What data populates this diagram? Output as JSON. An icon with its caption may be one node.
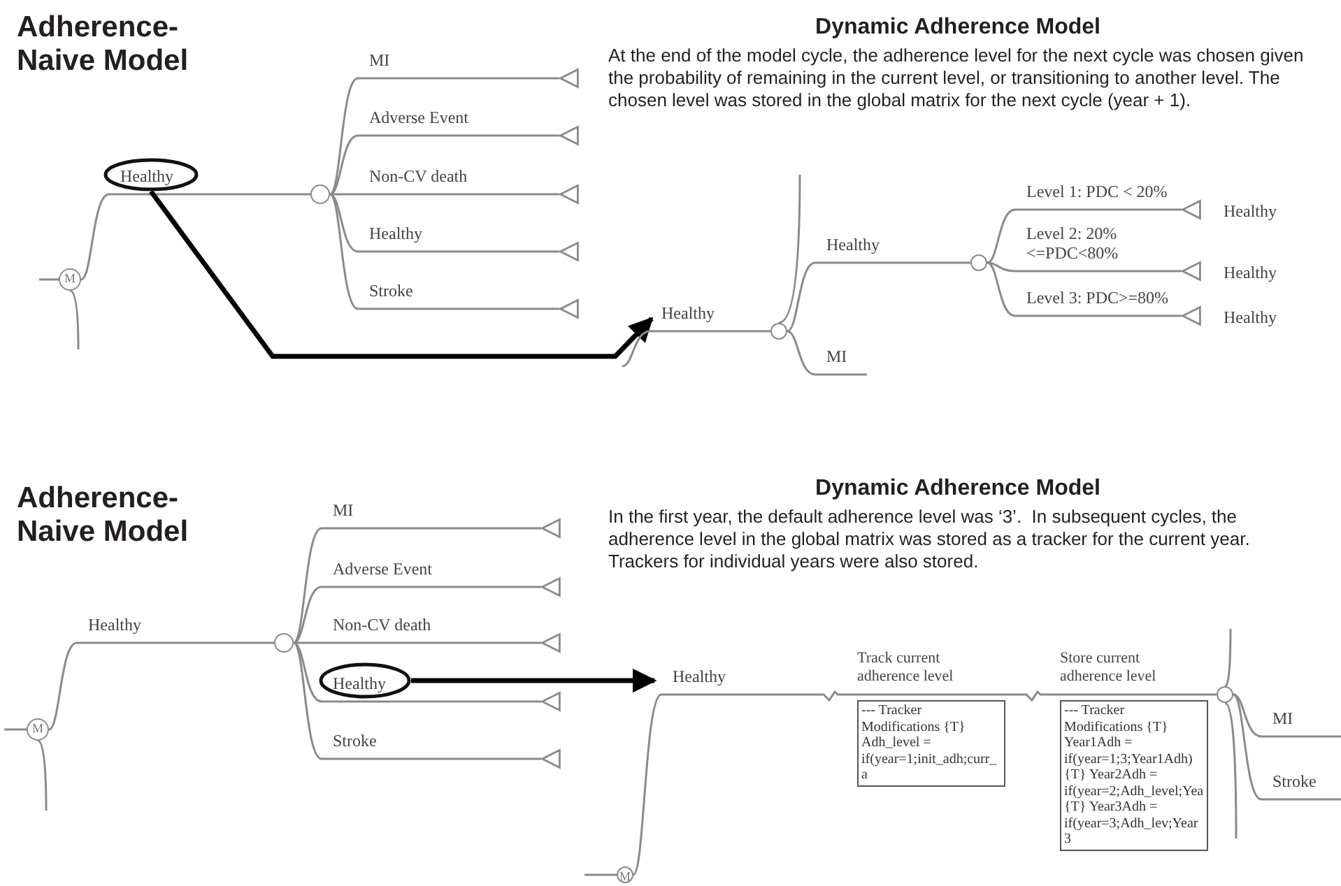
{
  "diagram": {
    "nodes": [
      {
        "text": [
          "M"
        ]
      },
      {
        "text": [],
        "shape": "circle"
      },
      {
        "text": [],
        "shape": "triangle"
      },
      {
        "text": [],
        "shape": "triangle"
      },
      {
        "text": [],
        "shape": "triangle"
      },
      {
        "text": [],
        "shape": "triangle"
      },
      {
        "text": [],
        "shape": "triangle"
      },
      {
        "text": [],
        "shape": "ellipse"
      },
      {
        "text": [],
        "shape": "circle"
      },
      {
        "text": [],
        "shape": "circle"
      },
      {
        "text": [],
        "shape": "triangle",
        "beside": [
          "Healthy"
        ]
      },
      {
        "text": [],
        "shape": "triangle",
        "beside": [
          "Healthy"
        ]
      },
      {
        "text": [],
        "shape": "triangle",
        "beside": [
          "Healthy"
        ]
      },
      {
        "text": [
          "M"
        ]
      },
      {
        "text": [],
        "shape": "circle"
      },
      {
        "text": [],
        "shape": "triangle"
      },
      {
        "text": [],
        "shape": "triangle"
      },
      {
        "text": [],
        "shape": "triangle"
      },
      {
        "text": [],
        "shape": "triangle"
      },
      {
        "text": [],
        "shape": "triangle"
      },
      {
        "text": [],
        "shape": "ellipse"
      },
      {
        "text": [
          "M"
        ]
      },
      {
        "text": [
          "Track current adherence level",
          "--- Tracker Modifications {T} Adh_level = if(year=1;init_adh;curr_a"
        ]
      },
      {
        "text": [
          "Store current adherence level",
          "--- Tracker Modifications {T} Year1Adh = if(year=1;3;Year1Adh) {T} Year2Adh = if(year=2;Adh_level;Yea {T} Year3Adh = if(year=3;Adh_lev;Year3"
        ]
      },
      {
        "text": [],
        "shape": "circle"
      }
    ],
    "edges": [
      {
        "from": null,
        "to": 0,
        "arrow": "none"
      },
      {
        "from": 0,
        "to": 1,
        "label": "Healthy",
        "arrow": "none"
      },
      {
        "from": 0,
        "to": null,
        "arrow": "none"
      },
      {
        "from": 1,
        "to": 2,
        "label": "MI",
        "arrow": "none"
      },
      {
        "from": 1,
        "to": 3,
        "label": "Adverse Event",
        "arrow": "none"
      },
      {
        "from": 1,
        "to": 4,
        "label": "Non-CV death",
        "arrow": "none"
      },
      {
        "from": 1,
        "to": 5,
        "label": "Healthy",
        "arrow": "none"
      },
      {
        "from": 1,
        "to": 6,
        "label": "Stroke",
        "arrow": "none"
      },
      {
        "from": 7,
        "to": null,
        "arrow": "to",
        "style": "thick",
        "color": "#000000"
      },
      {
        "from": null,
        "to": 8,
        "label": "Healthy",
        "arrow": "none"
      },
      {
        "from": 8,
        "to": null,
        "arrow": "none"
      },
      {
        "from": 8,
        "to": 9,
        "label": "Healthy",
        "arrow": "none"
      },
      {
        "from": 8,
        "to": null,
        "label": "MI",
        "arrow": "none"
      },
      {
        "from": 9,
        "to": 10,
        "label": "Level 1: PDC < 20%",
        "arrow": "none"
      },
      {
        "from": 9,
        "to": 11,
        "label": "Level 2: 20%<=PDC<80%",
        "arrow": "none"
      },
      {
        "from": 9,
        "to": 12,
        "label": "Level 3: PDC>=80%",
        "arrow": "none"
      },
      {
        "from": null,
        "to": 13,
        "arrow": "none"
      },
      {
        "from": 13,
        "to": 14,
        "label": "Healthy",
        "arrow": "none"
      },
      {
        "from": 13,
        "to": null,
        "arrow": "none"
      },
      {
        "from": 14,
        "to": 15,
        "label": "MI",
        "arrow": "none"
      },
      {
        "from": 14,
        "to": 16,
        "label": "Adverse Event",
        "arrow": "none"
      },
      {
        "from": 14,
        "to": 17,
        "label": "Non-CV death",
        "arrow": "none"
      },
      {
        "from": 14,
        "to": 18,
        "label": "Healthy",
        "arrow": "none"
      },
      {
        "from": 14,
        "to": 19,
        "label": "Stroke",
        "arrow": "none"
      },
      {
        "from": 20,
        "to": null,
        "arrow": "to",
        "style": "thick",
        "color": "#000000"
      },
      {
        "from": null,
        "to": 21,
        "arrow": "none"
      },
      {
        "from": 21,
        "to": 22,
        "label": "Healthy",
        "arrow": "none"
      },
      {
        "from": 22,
        "to": 23,
        "arrow": "none"
      },
      {
        "from": 23,
        "to": 24,
        "arrow": "none"
      },
      {
        "from": 24,
        "to": null,
        "label": "MI",
        "arrow": "none"
      },
      {
        "from": 24,
        "to": null,
        "label": "Stroke",
        "arrow": "none"
      },
      {
        "from": 24,
        "to": null,
        "arrow": "none"
      },
      {
        "from": 24,
        "to": null,
        "arrow": "none"
      }
    ],
    "labels": [
      "Adherence-Naive Model",
      "Dynamic Adherence Model",
      "At the end of the model cycle, the adherence level for the next cycle was chosen given the probability of remaining in the current level, or transitioning to another level. The chosen level was stored in the global matrix for the next cycle (year + 1).",
      "Adherence-Naive Model",
      "Dynamic Adherence Model",
      "In the first year, the default adherence level was ‘3’.  In subsequent cycles, the adherence level in the global matrix was stored as a tracker for the current year. Trackers for individual years were also stored."
    ]
  }
}
